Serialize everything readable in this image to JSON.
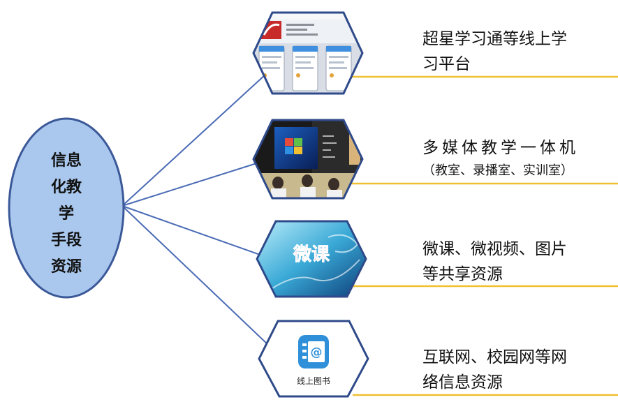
{
  "center": {
    "lines": [
      "信息",
      "化教",
      "学",
      "手段",
      "资源"
    ]
  },
  "resources": [
    {
      "lines": [
        "超星学习通等线上学",
        "习平台"
      ]
    },
    {
      "lines": [
        "多媒体教学一体机"
      ],
      "sub": "（教室、录播室、实训室）"
    },
    {
      "lines": [
        "微课、微视频、图片",
        "等共享资源"
      ]
    },
    {
      "lines": [
        "互联网、校园网等网",
        "络信息资源"
      ]
    }
  ],
  "icons": {
    "platform": "mobile-learning-app-screenshot-icon",
    "classroom": "multimedia-classroom-photo-icon",
    "microlesson": "microlesson-banner-icon",
    "library": "address-book-icon"
  },
  "book_label": "线上图书",
  "microlesson_text": "微课",
  "colors": {
    "ellipse_fill": "#aac8ee",
    "ellipse_stroke": "#3b5998",
    "connector": "#4a6bb5",
    "hex_stroke": "#2f4a8a",
    "underline": "#f0c030",
    "book_icon": "#2f8fd8"
  }
}
